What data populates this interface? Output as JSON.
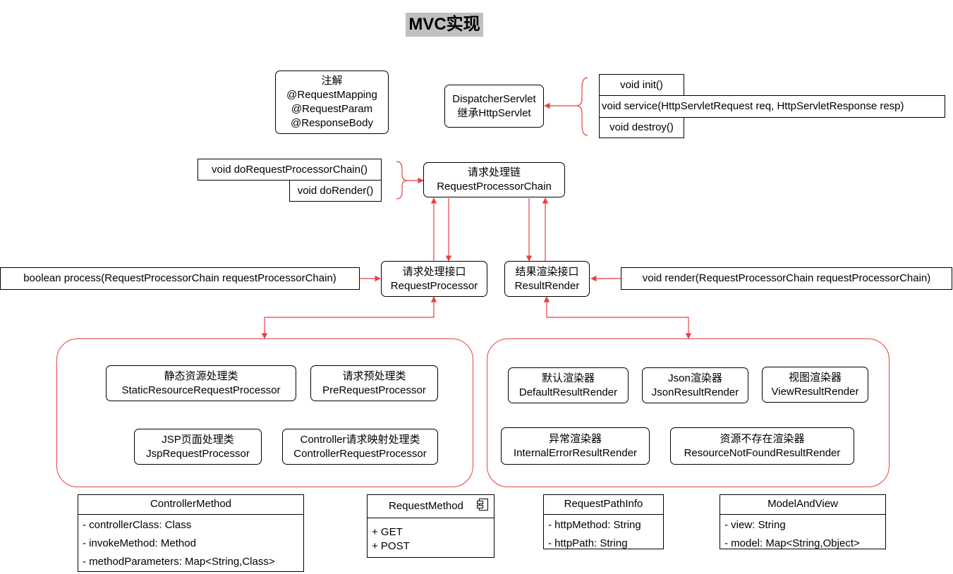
{
  "title": "MVC实现",
  "annotations": {
    "line1": "注解",
    "line2": "@RequestMapping",
    "line3": "@RequestParam",
    "line4": "@ResponseBody"
  },
  "dispatcher": {
    "line1": "DispatcherServlet",
    "line2": "继承HttpServlet"
  },
  "servlet_methods": {
    "init": "void init()",
    "service": "void service(HttpServletRequest req, HttpServletResponse resp)",
    "destroy": "void destroy()"
  },
  "chain": {
    "line1": "请求处理链",
    "line2": "RequestProcessorChain"
  },
  "chain_methods": {
    "do_chain": "void doRequestProcessorChain()",
    "do_render": "void doRender()"
  },
  "processor": {
    "line1": "请求处理接口",
    "line2": "RequestProcessor",
    "method": "boolean process(RequestProcessorChain requestProcessorChain)"
  },
  "render": {
    "line1": "结果渲染接口",
    "line2": "ResultRender",
    "method": "void render(RequestProcessorChain requestProcessorChain)"
  },
  "processors": [
    {
      "line1": "静态资源处理类",
      "line2": "StaticResourceRequestProcessor"
    },
    {
      "line1": "请求预处理类",
      "line2": "PreRequestProcessor"
    },
    {
      "line1": "JSP页面处理类",
      "line2": "JspRequestProcessor"
    },
    {
      "line1": "Controller请求映射处理类",
      "line2": "ControllerRequestProcessor"
    }
  ],
  "renders": [
    {
      "line1": "默认渲染器",
      "line2": "DefaultResultRender"
    },
    {
      "line1": "Json渲染器",
      "line2": "JsonResultRender"
    },
    {
      "line1": "视图渲染器",
      "line2": "ViewResultRender"
    },
    {
      "line1": "异常渲染器",
      "line2": "InternalErrorResultRender"
    },
    {
      "line1": "资源不存在渲染器",
      "line2": "ResourceNotFoundResultRender"
    }
  ],
  "controller_method": {
    "name": "ControllerMethod",
    "fields": [
      "- controllerClass: Class",
      "- invokeMethod: Method",
      "- methodParameters: Map<String,Class>"
    ]
  },
  "request_method": {
    "name": "RequestMethod",
    "values": [
      "+ GET",
      "+ POST"
    ]
  },
  "request_path_info": {
    "name": "RequestPathInfo",
    "fields": [
      "- httpMethod: String",
      "- httpPath: String"
    ]
  },
  "model_and_view": {
    "name": "ModelAndView",
    "fields": [
      "- view: String",
      "- model: Map<String,Object>"
    ]
  },
  "colors": {
    "arrow": "#e84040",
    "border": "#000000",
    "title_bg": "#c0c0c0"
  }
}
